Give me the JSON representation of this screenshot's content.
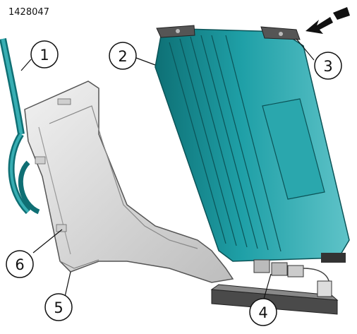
{
  "figure_id": "1428047",
  "callouts": [
    "1",
    "2",
    "3",
    "4",
    "5",
    "6"
  ],
  "colors": {
    "module_teal": "#1f9ea5",
    "module_dark": "#0f6f74",
    "module_light": "#6cc7cb",
    "shield_gray": "#d9d9d9",
    "bracket_dark": "#4a4a4a"
  }
}
